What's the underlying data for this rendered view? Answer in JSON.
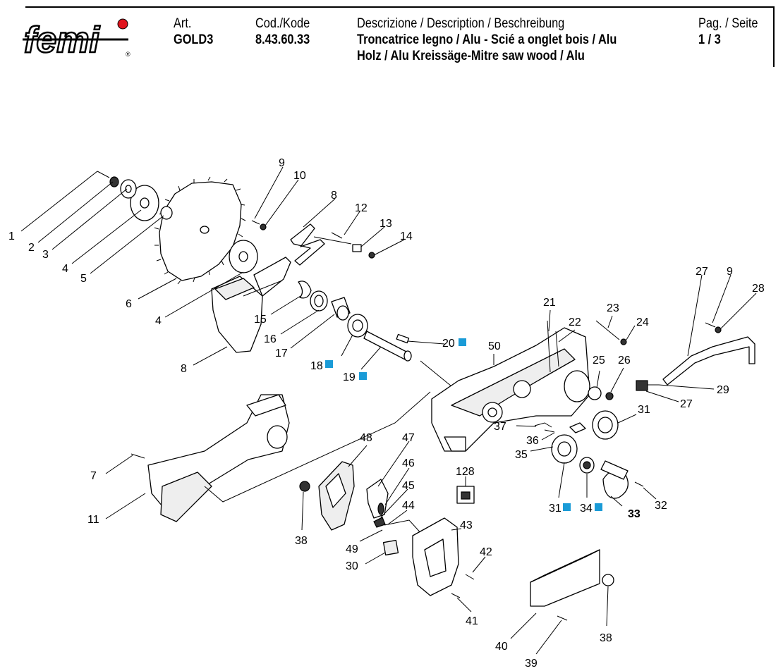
{
  "header": {
    "logo_text": "femi",
    "art_label": "Art.",
    "art_value": "GOLD3",
    "code_label": "Cod./Kode",
    "code_value": "8.43.60.33",
    "desc_label": "Descrizione / Description / Beschreibung",
    "desc_line1": "Troncatrice legno / Alu - Scié a onglet bois / Alu",
    "desc_line2": "Holz / Alu Kreissäge-Mitre saw wood / Alu",
    "page_label": "Pag. / Seite",
    "page_value": "1 / 3"
  },
  "colors": {
    "marker": "#1a9bd7",
    "logo_red": "#e0141e"
  },
  "callouts": [
    {
      "id": "c1",
      "text": "1"
    },
    {
      "id": "c2",
      "text": "2"
    },
    {
      "id": "c3",
      "text": "3"
    },
    {
      "id": "c4a",
      "text": "4"
    },
    {
      "id": "c5",
      "text": "5"
    },
    {
      "id": "c6",
      "text": "6"
    },
    {
      "id": "c4b",
      "text": "4"
    },
    {
      "id": "c8a",
      "text": "8"
    },
    {
      "id": "c9a",
      "text": "9"
    },
    {
      "id": "c10",
      "text": "10"
    },
    {
      "id": "c8b",
      "text": "8"
    },
    {
      "id": "c12",
      "text": "12"
    },
    {
      "id": "c13",
      "text": "13"
    },
    {
      "id": "c14",
      "text": "14"
    },
    {
      "id": "c15",
      "text": "15"
    },
    {
      "id": "c16",
      "text": "16"
    },
    {
      "id": "c17",
      "text": "17"
    },
    {
      "id": "c18",
      "text": "18",
      "marked": true
    },
    {
      "id": "c19",
      "text": "19",
      "marked": true
    },
    {
      "id": "c20",
      "text": "20",
      "marked": true
    },
    {
      "id": "c50",
      "text": "50"
    },
    {
      "id": "c21",
      "text": "21"
    },
    {
      "id": "c22",
      "text": "22"
    },
    {
      "id": "c23",
      "text": "23"
    },
    {
      "id": "c24",
      "text": "24"
    },
    {
      "id": "c25",
      "text": "25"
    },
    {
      "id": "c26",
      "text": "26"
    },
    {
      "id": "c27a",
      "text": "27"
    },
    {
      "id": "c9b",
      "text": "9"
    },
    {
      "id": "c28",
      "text": "28"
    },
    {
      "id": "c29",
      "text": "29"
    },
    {
      "id": "c27b",
      "text": "27"
    },
    {
      "id": "c31a",
      "text": "31"
    },
    {
      "id": "c37",
      "text": "37"
    },
    {
      "id": "c36",
      "text": "36"
    },
    {
      "id": "c35",
      "text": "35"
    },
    {
      "id": "c31b",
      "text": "31",
      "marked": true
    },
    {
      "id": "c34",
      "text": "34",
      "marked": true
    },
    {
      "id": "c33",
      "text": "33",
      "bold": true
    },
    {
      "id": "c32",
      "text": "32"
    },
    {
      "id": "c7",
      "text": "7"
    },
    {
      "id": "c11",
      "text": "11"
    },
    {
      "id": "c48",
      "text": "48"
    },
    {
      "id": "c47",
      "text": "47"
    },
    {
      "id": "c46",
      "text": "46"
    },
    {
      "id": "c45",
      "text": "45"
    },
    {
      "id": "c44",
      "text": "44"
    },
    {
      "id": "c128",
      "text": "128"
    },
    {
      "id": "c43",
      "text": "43"
    },
    {
      "id": "c42",
      "text": "42"
    },
    {
      "id": "c38a",
      "text": "38"
    },
    {
      "id": "c49",
      "text": "49"
    },
    {
      "id": "c30",
      "text": "30"
    },
    {
      "id": "c41",
      "text": "41"
    },
    {
      "id": "c40",
      "text": "40"
    },
    {
      "id": "c38b",
      "text": "38"
    },
    {
      "id": "c39",
      "text": "39"
    }
  ]
}
